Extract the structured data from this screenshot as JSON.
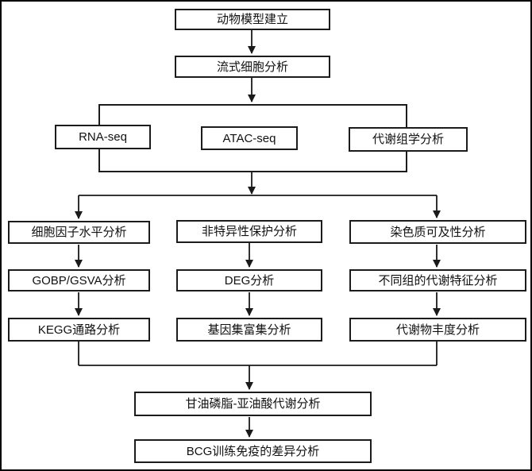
{
  "diagram": {
    "type": "flowchart",
    "background": "#ffffff",
    "line_color": "#1a1a1a",
    "box_border_color": "#1c1c1c",
    "text_color": "#111111",
    "nodes": {
      "animal_model": "动物模型建立",
      "flow_cytometry": "流式细胞分析",
      "rna_seq": "RNA-seq",
      "atac_seq": "ATAC-seq",
      "metabolomics": "代谢组学分析",
      "cytokine_level": "细胞因子水平分析",
      "nonspecific_protection": "非特异性保护分析",
      "chromatin_accessibility": "染色质可及性分析",
      "gobp_gsva": "GOBP/GSVA分析",
      "deg": "DEG分析",
      "group_metabolic_features": "不同组的代谢特征分析",
      "kegg_pathway": "KEGG通路分析",
      "gene_set_enrichment": "基因集富集分析",
      "metabolite_abundance": "代谢物丰度分析",
      "glycerophospholipid_linoleic": "甘油磷脂-亚油酸代谢分析",
      "bcg_trained_immunity": "BCG训练免疫的差异分析"
    },
    "edges": [
      "animal_model -> flow_cytometry",
      "flow_cytometry -> seq-group(RNA-seq, ATAC-seq, 代谢组学分析)",
      "seq-group -> cytokine_level",
      "seq-group -> nonspecific_protection",
      "seq-group -> chromatin_accessibility",
      "cytokine_level -> gobp_gsva -> kegg_pathway",
      "nonspecific_protection -> deg -> gene_set_enrichment",
      "chromatin_accessibility -> group_metabolic_features -> metabolite_abundance",
      "kegg_pathway + gene_set_enrichment + metabolite_abundance -> glycerophospholipid_linoleic",
      "glycerophospholipid_linoleic -> bcg_trained_immunity"
    ]
  }
}
